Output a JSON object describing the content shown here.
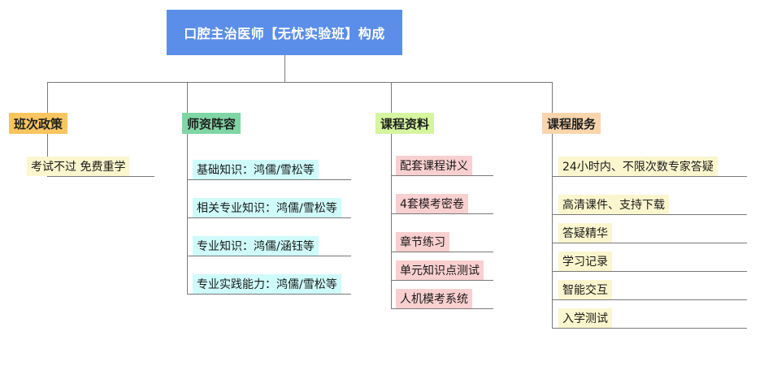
{
  "diagram": {
    "type": "tree-mindmap",
    "root": {
      "label": "口腔主治医师【无忧实验班】构成",
      "bg_color": "#5B8EE8",
      "text_color": "#FFFFFF"
    },
    "line_color": "#7A7A7A",
    "branches": [
      {
        "label": "班次政策",
        "header_color": "#F8C55E",
        "item_color": "#FBF6CD",
        "items": [
          {
            "label": "考试不过 免费重学"
          }
        ]
      },
      {
        "label": "师资阵容",
        "header_color": "#7FD6A4",
        "item_color": "#CFFBFB",
        "items": [
          {
            "label": "基础知识：鸿儒/雪松等"
          },
          {
            "label": "相关专业知识：鸿儒/雪松等"
          },
          {
            "label": "专业知识：鸿儒/涵钰等"
          },
          {
            "label": "专业实践能力：鸿儒/雪松等"
          }
        ]
      },
      {
        "label": "课程资料",
        "header_color": "#D5F59F",
        "item_color": "#F9CFCF",
        "items": [
          {
            "label": "配套课程讲义"
          },
          {
            "label": "4套模考密卷"
          },
          {
            "label": "章节练习"
          },
          {
            "label": "单元知识点测试"
          },
          {
            "label": "人机模考系统"
          }
        ]
      },
      {
        "label": "课程服务",
        "header_color": "#FAD5AC",
        "item_color": "#FBF6CD",
        "items": [
          {
            "label": "24小时内、不限次数专家答疑"
          },
          {
            "label": "高清课件、支持下载"
          },
          {
            "label": "答疑精华"
          },
          {
            "label": "学习记录"
          },
          {
            "label": "智能交互"
          },
          {
            "label": "入学测试"
          }
        ]
      }
    ]
  }
}
